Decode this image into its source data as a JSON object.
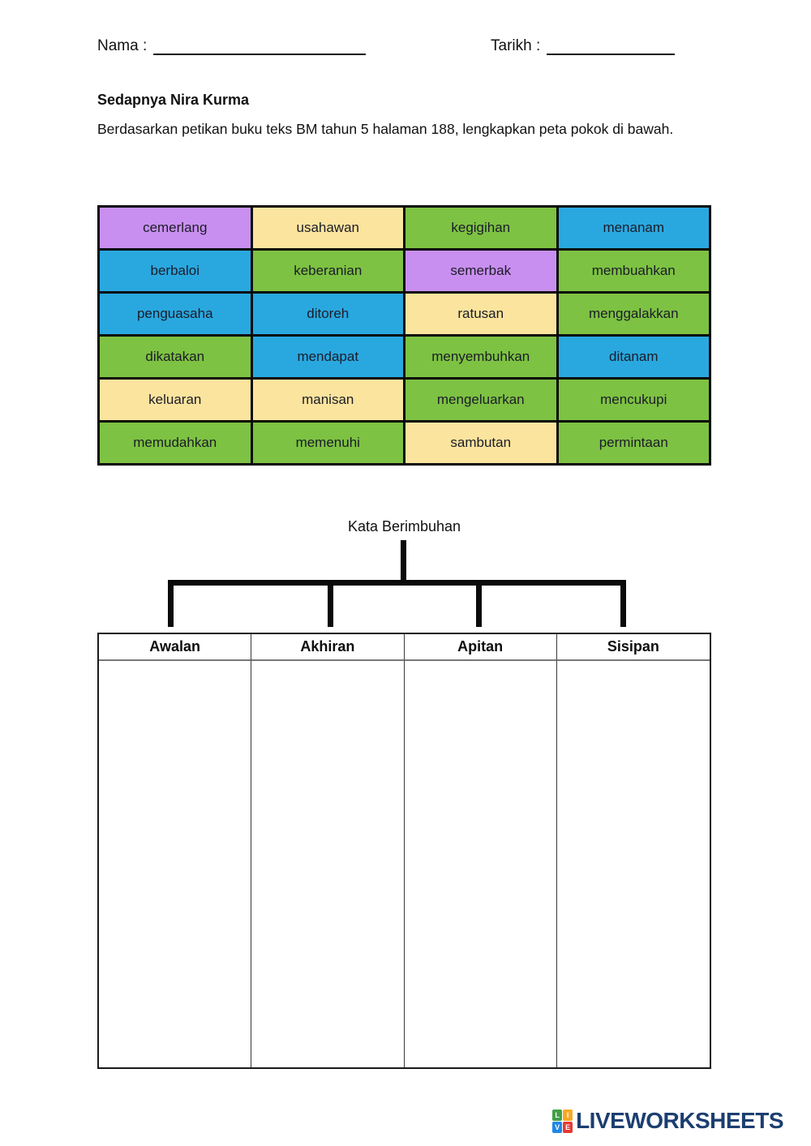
{
  "header": {
    "name_label": "Nama :",
    "date_label": "Tarikh :"
  },
  "title": "Sedapnya Nira Kurma",
  "instructions": "Berdasarkan petikan buku teks BM tahun 5 halaman 188, lengkapkan peta pokok di bawah.",
  "palette": {
    "purple": "#C98FF0",
    "yellow": "#FBE49E",
    "green": "#7DC242",
    "blue": "#29A8E0"
  },
  "word_grid": {
    "rows": [
      {
        "cells": [
          {
            "label": "cemerlang",
            "color": "#C98FF0"
          },
          {
            "label": "usahawan",
            "color": "#FBE49E"
          },
          {
            "label": "kegigihan",
            "color": "#7DC242"
          },
          {
            "label": "menanam",
            "color": "#29A8E0"
          }
        ]
      },
      {
        "cells": [
          {
            "label": "berbaloi",
            "color": "#29A8E0"
          },
          {
            "label": "keberanian",
            "color": "#7DC242"
          },
          {
            "label": "semerbak",
            "color": "#C98FF0"
          },
          {
            "label": "membuahkan",
            "color": "#7DC242"
          }
        ]
      },
      {
        "cells": [
          {
            "label": "penguasaha",
            "color": "#29A8E0"
          },
          {
            "label": "ditoreh",
            "color": "#29A8E0"
          },
          {
            "label": "ratusan",
            "color": "#FBE49E"
          },
          {
            "label": "menggalakkan",
            "color": "#7DC242"
          }
        ]
      },
      {
        "cells": [
          {
            "label": "dikatakan",
            "color": "#7DC242"
          },
          {
            "label": "mendapat",
            "color": "#29A8E0"
          },
          {
            "label": "menyembuhkan",
            "color": "#7DC242"
          },
          {
            "label": "ditanam",
            "color": "#29A8E0"
          }
        ]
      },
      {
        "cells": [
          {
            "label": "keluaran",
            "color": "#FBE49E"
          },
          {
            "label": "manisan",
            "color": "#FBE49E"
          },
          {
            "label": "mengeluarkan",
            "color": "#7DC242"
          },
          {
            "label": "mencukupi",
            "color": "#7DC242"
          }
        ]
      },
      {
        "cells": [
          {
            "label": "memudahkan",
            "color": "#7DC242"
          },
          {
            "label": "memenuhi",
            "color": "#7DC242"
          },
          {
            "label": "sambutan",
            "color": "#FBE49E"
          },
          {
            "label": "permintaan",
            "color": "#7DC242"
          }
        ]
      }
    ]
  },
  "tree": {
    "root_label": "Kata Berimbuhan"
  },
  "answer_table": {
    "headers": [
      "Awalan",
      "Akhiran",
      "Apitan",
      "Sisipan"
    ]
  },
  "footer": {
    "brand": "LIVEWORKSHEETS",
    "brand_color": "#1c3e70",
    "tiles": [
      {
        "letter": "L",
        "color": "#43A047"
      },
      {
        "letter": "I",
        "color": "#F9A825"
      },
      {
        "letter": "V",
        "color": "#1E88E5"
      },
      {
        "letter": "E",
        "color": "#E53935"
      }
    ]
  }
}
